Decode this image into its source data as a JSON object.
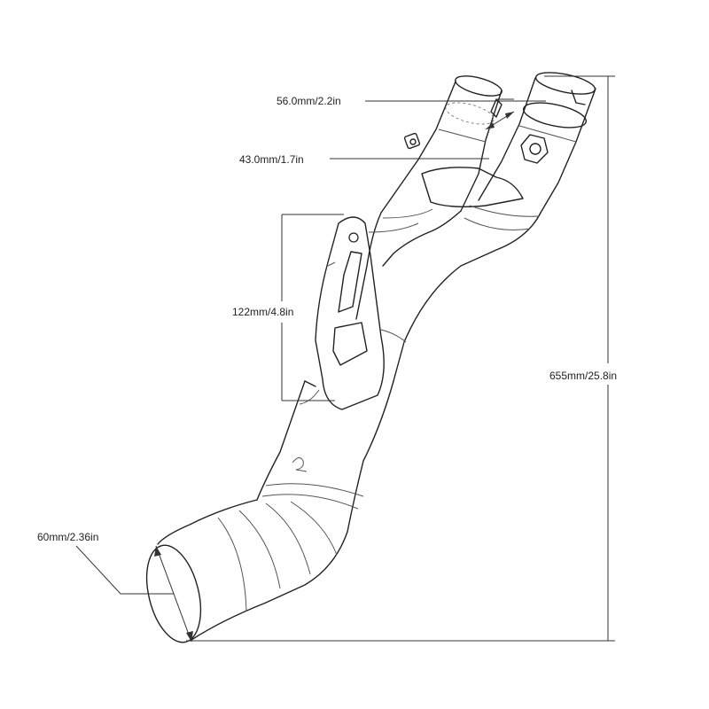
{
  "dimensions": {
    "outlet_inner": "56.0mm/2.2in",
    "outlet_outer": "43.0mm/1.7in",
    "bracket_height": "122mm/4.8in",
    "overall_height": "655mm/25.8in",
    "inlet_diameter": "60mm/2.36in"
  },
  "colors": {
    "stroke": "#222222",
    "dimension": "#333333",
    "background": "#ffffff"
  }
}
